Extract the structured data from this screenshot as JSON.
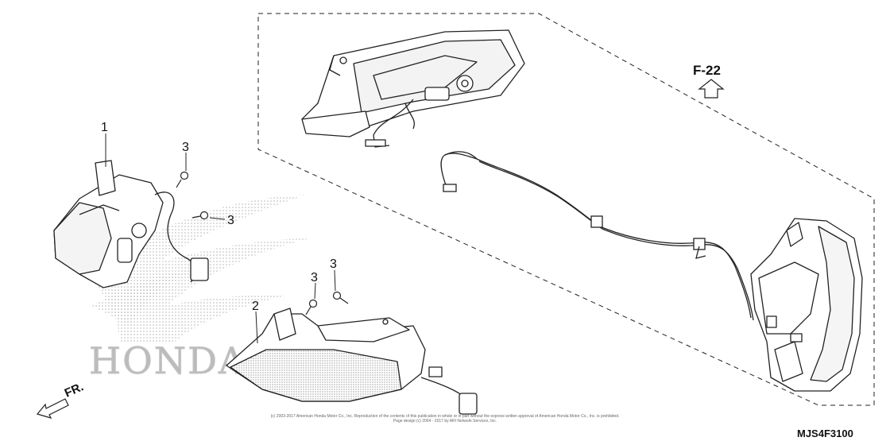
{
  "diagram": {
    "callouts": {
      "part1": "1",
      "part2": "2",
      "bolt_a": "3",
      "bolt_b": "3",
      "bolt_c": "3",
      "bolt_d": "3"
    },
    "reference_label": "F-22",
    "front_label": "FR.",
    "watermark_brand": "HONDA",
    "copyright_line1": "(c) 2003-2017 American Honda Motor Co., Inc. Reproduction of the contents of this publication in whole or in part without the express written approval of American Honda Motor Co., Inc. is prohibited.",
    "copyright_line2": "Page design (c) 2004 - 2017 by ARI Network Services, Inc.",
    "diagram_code": "MJS4F3100"
  }
}
